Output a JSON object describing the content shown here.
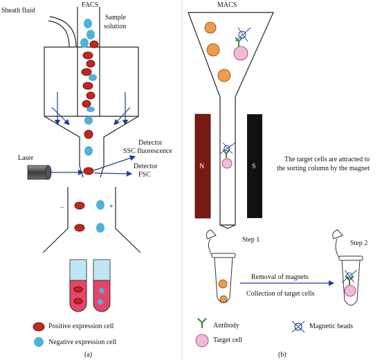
{
  "facs": {
    "title": "FACS",
    "sheath_fluid": "Sheath fluid",
    "sample_line1": "Sample",
    "sample_line2": "solution",
    "detector1_line1": "Detector",
    "detector1_line2": "SSC fluorescence",
    "detector2_line1": "Detector",
    "detector2_line2": "FSC",
    "laser": "Laser",
    "minus": "−",
    "plus": "+",
    "legend_positive": "Positive expression cell",
    "legend_negative": "Negative expression cell",
    "panel_label": "(a)"
  },
  "macs": {
    "title": "MACS",
    "magnet_n": "N",
    "magnet_s": "S",
    "note_line1": "The target cells are attracted to",
    "note_line2": "the sorting column by the magnet",
    "step1": "Step 1",
    "step2": "Step 2",
    "arrow_top": "Removal of magnets",
    "arrow_bottom": "Collection of target cells",
    "legend_antibody": "Antibody",
    "legend_target": "Target cell",
    "legend_beads": "Magnetic beads",
    "panel_label": "(b)"
  },
  "colors": {
    "positive_cell": "#c0281e",
    "negative_cell": "#4fb3d8",
    "flow_arrow": "#1f3f9a",
    "magnet_n": "#7a1a14",
    "magnet_s": "#111111",
    "orange_cell": "#f09a4c",
    "target_cell": "#f4b8d8",
    "antibody": "#3a8a3a",
    "tube_fluid": "#e8446a"
  }
}
